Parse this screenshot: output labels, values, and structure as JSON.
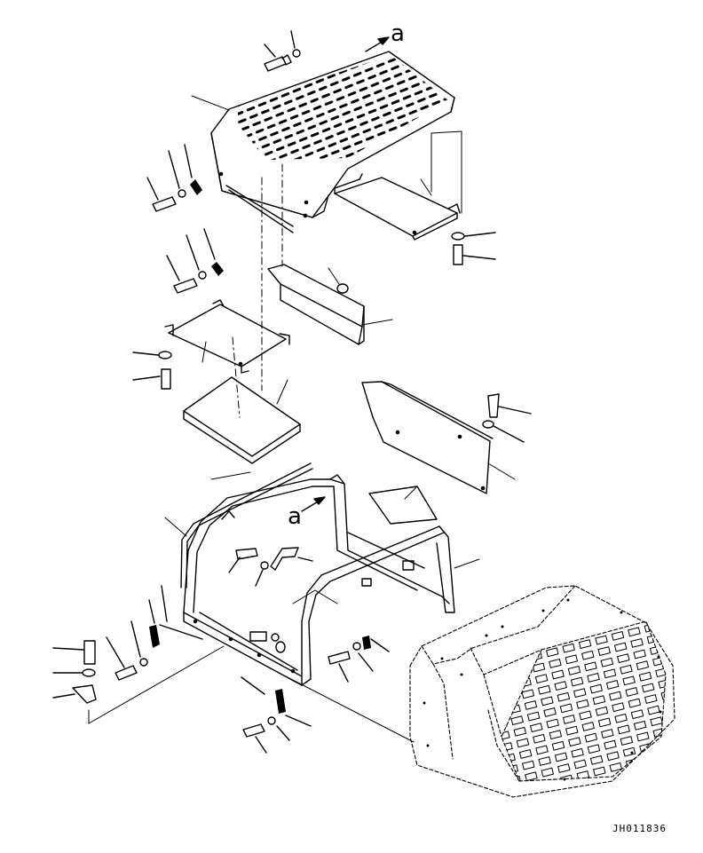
{
  "diagram": {
    "view_labels": {
      "top": "a",
      "middle": "a"
    },
    "drawing_code": "JH011836",
    "components": [
      "perforated-top-cover",
      "left-lower-panel",
      "right-lower-panel",
      "center-plate",
      "bar-block",
      "pad-block",
      "side-cover",
      "main-frame",
      "rear-cover-perforated",
      "bolts",
      "washers",
      "clamps",
      "rubber-strips"
    ]
  }
}
